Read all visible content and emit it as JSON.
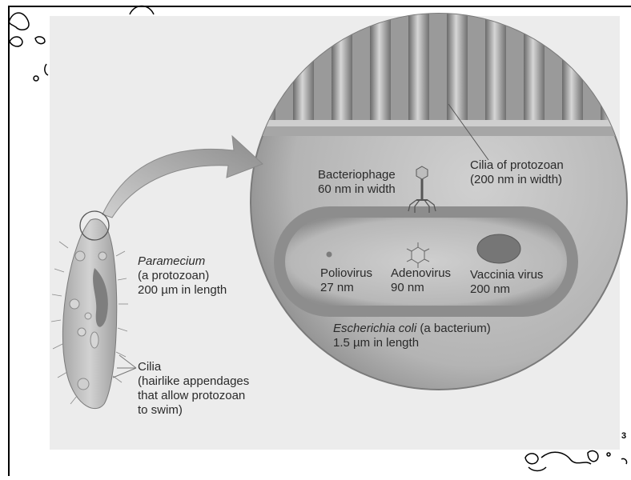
{
  "diagram": {
    "paramecium": {
      "name": "Paramecium",
      "line2": "(a protozoan)",
      "line3": "200 µm in length"
    },
    "cilia": {
      "line1": "Cilia",
      "line2": "(hairlike appendages",
      "line3": "that allow protozoan",
      "line4": "to swim)"
    },
    "bacteriophage": {
      "line1": "Bacteriophage",
      "line2": "60 nm in width"
    },
    "cilia_of_protozoan": {
      "line1": "Cilia of protozoan",
      "line2": "(200 nm in width)"
    },
    "poliovirus": {
      "name": "Poliovirus",
      "size": "27 nm"
    },
    "adenovirus": {
      "name": "Adenovirus",
      "size": "90 nm"
    },
    "vaccinia": {
      "name": "Vaccinia virus",
      "size": "200 nm"
    },
    "ecoli": {
      "name": "Escherichia coli",
      "suffix": " (a bacterium)",
      "size": "1.5 µm in length"
    },
    "page_mark": "3"
  },
  "colors": {
    "background": "#ececec",
    "circle": "#b4b4b4",
    "bacterium_body": "#8d8d8d",
    "bacterium_inner": "#c4c4c4",
    "text": "#2a2a2a"
  }
}
